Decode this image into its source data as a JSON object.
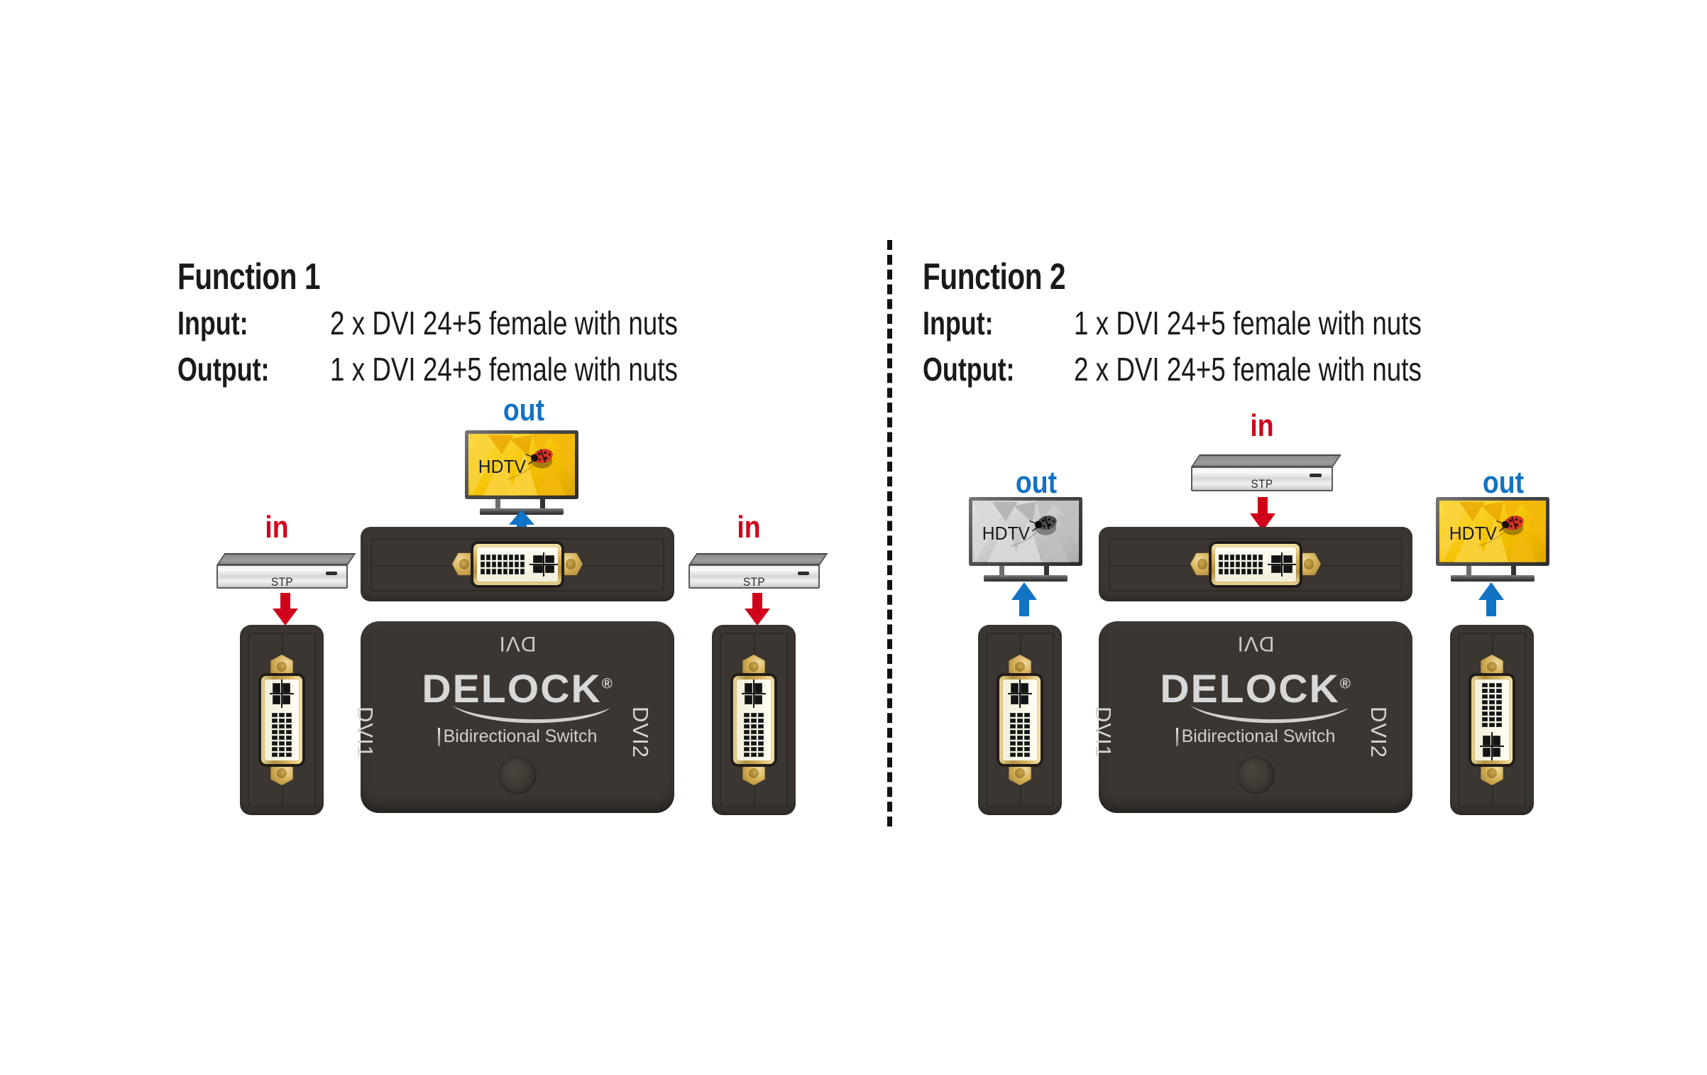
{
  "page": {
    "background": "#ffffff",
    "accent_in": "#d0021b",
    "accent_out": "#1272c4",
    "device_body": "#3b3631",
    "connector_gold": "#d8b661"
  },
  "divider": {
    "name": "vertical-dashed-divider",
    "style": "dashed"
  },
  "function1": {
    "title": "Function 1",
    "input_label": "Input:",
    "input_value": "2 x DVI 24+5 female with nuts",
    "output_label": "Output:",
    "output_value": "1 x DVI 24+5 female with nuts",
    "device": {
      "brand": "DELOCK",
      "registered_mark": "®",
      "subtitle": "Bidirectional Switch",
      "port_top": "DVI",
      "port_left": "DVI1",
      "port_right": "DVI2"
    },
    "nodes": [
      {
        "id": "left-source",
        "kind": "stp-box",
        "label": "STP",
        "direction_word": "in",
        "direction_color": "#d0021b",
        "arrow": "down"
      },
      {
        "id": "right-source",
        "kind": "stp-box",
        "label": "STP",
        "direction_word": "in",
        "direction_color": "#d0021b",
        "arrow": "down"
      },
      {
        "id": "top-display",
        "kind": "hdtv",
        "label": "HDTV",
        "direction_word": "out",
        "direction_color": "#1272c4",
        "arrow": "up",
        "screen": "color"
      }
    ]
  },
  "function2": {
    "title": "Function 2",
    "input_label": "Input:",
    "input_value": "1 x DVI 24+5 female with nuts",
    "output_label": "Output:",
    "output_value": "2 x DVI 24+5 female with nuts",
    "device": {
      "brand": "DELOCK",
      "registered_mark": "®",
      "subtitle": "Bidirectional Switch",
      "port_top": "DVI",
      "port_left": "DVI1",
      "port_right": "DVI2"
    },
    "nodes": [
      {
        "id": "top-source",
        "kind": "stp-box",
        "label": "STP",
        "direction_word": "in",
        "direction_color": "#d0021b",
        "arrow": "down"
      },
      {
        "id": "left-display",
        "kind": "hdtv",
        "label": "HDTV",
        "direction_word": "out",
        "direction_color": "#1272c4",
        "arrow": "up",
        "screen": "grayscale"
      },
      {
        "id": "right-display",
        "kind": "hdtv",
        "label": "HDTV",
        "direction_word": "out",
        "direction_color": "#1272c4",
        "arrow": "up",
        "screen": "color"
      }
    ]
  },
  "connector_spec": {
    "name": "DVI 24+5 female",
    "pin_rows": 3,
    "pin_cols": 8,
    "flat_pins": 4
  }
}
